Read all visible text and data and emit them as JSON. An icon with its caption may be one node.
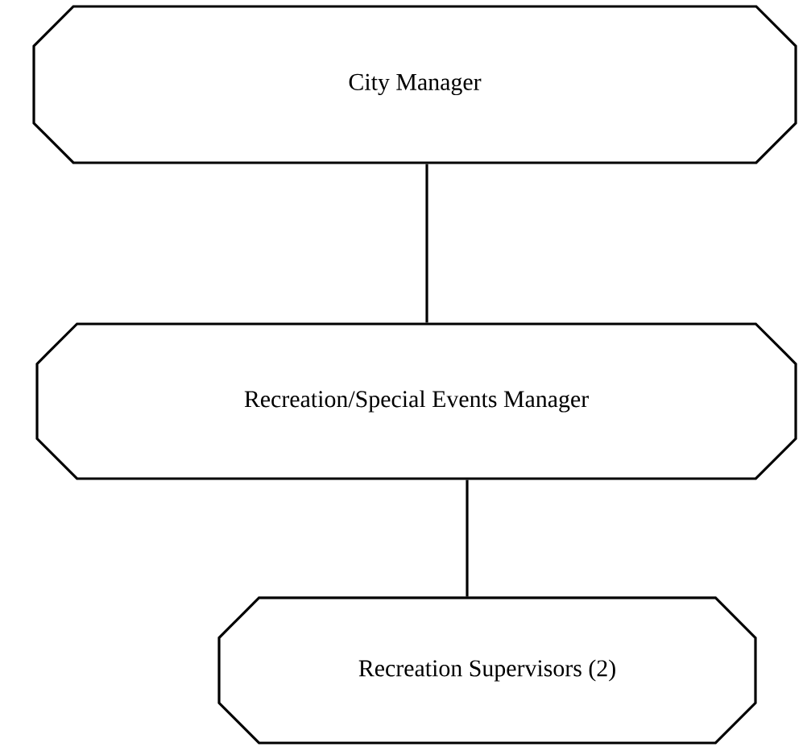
{
  "diagram": {
    "nodes": [
      {
        "text": [
          "City Manager"
        ]
      },
      {
        "text": [
          "Recreation/Special Events Manager"
        ]
      },
      {
        "text": [
          "Recreation Supervisors (2)"
        ]
      }
    ],
    "edges": [
      {
        "from": 0,
        "to": 1,
        "arrow": "none"
      },
      {
        "from": 1,
        "to": 2,
        "arrow": "none"
      }
    ]
  }
}
